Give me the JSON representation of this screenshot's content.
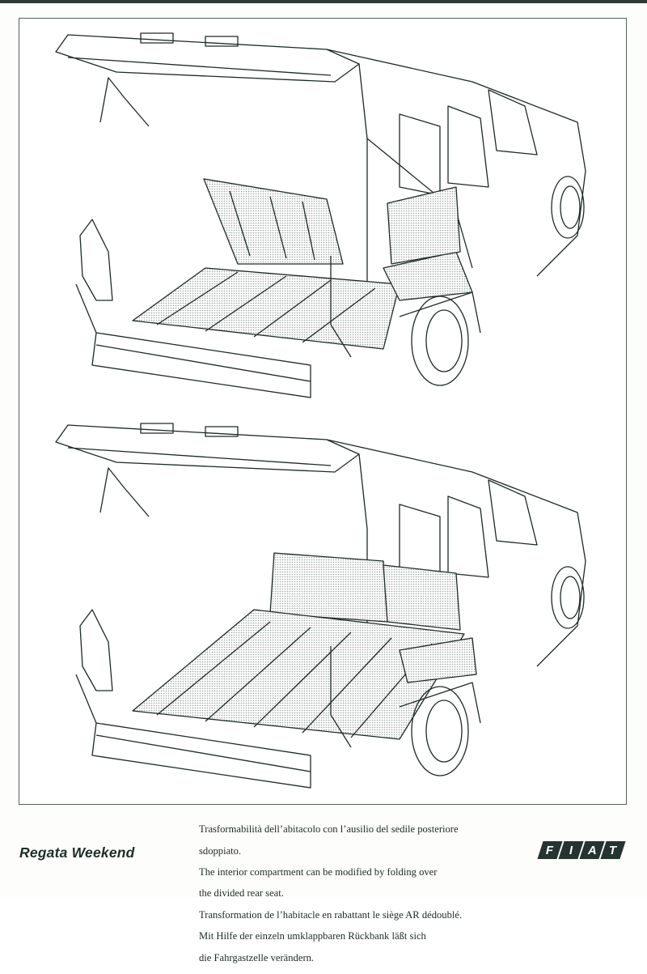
{
  "document": {
    "model_name": "Regata Weekend",
    "brand_logo": {
      "letters": [
        "F",
        "I",
        "A",
        "T"
      ],
      "color": "#243430"
    },
    "caption_lines": [
      "Trasformabilità dell’abitacolo con l’ausilio del sedile posteriore",
      "sdoppiato.",
      "The interior compartment can be modified by folding over",
      "the divided rear seat.",
      "Transformation de l’habitacle en rabattant le siège AR dédoublé.",
      "Mit Hilfe der einzeln umklappbaren Rückbank läßt sich",
      "die Fahrgastzelle verändern."
    ],
    "illustrations": [
      {
        "id": "top",
        "description": "Station wagon with tailgate open, rear seat back partially folded"
      },
      {
        "id": "bottom",
        "description": "Station wagon with tailgate open, rear seat fully folded flat"
      }
    ]
  },
  "colors": {
    "ink": "#1e2a26",
    "frame": "#55605c",
    "hatch": "#9aa39f"
  }
}
